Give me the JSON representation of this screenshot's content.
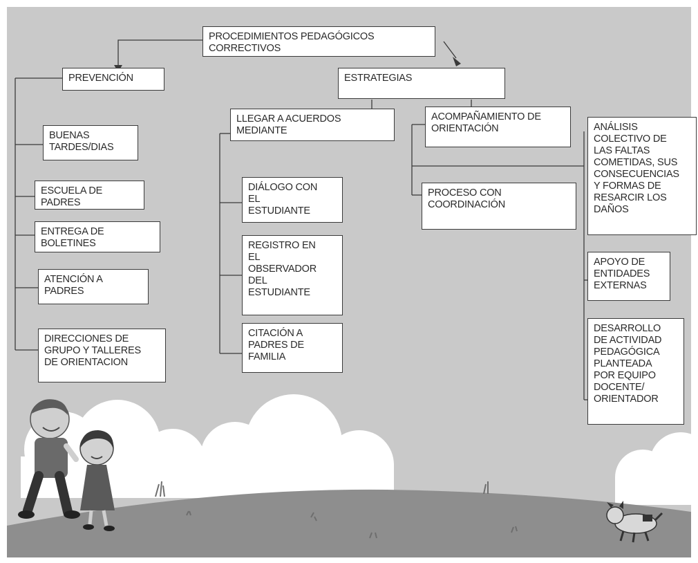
{
  "diagram": {
    "root": "PROCEDIMIENTOS PEDAGÓGICOS\nCORRECTIVOS",
    "prevencion": {
      "title": "PREVENCIÓN",
      "items": [
        "BUENAS\nTARDES/DIAS",
        "ESCUELA DE\nPADRES",
        "ENTREGA DE\nBOLETINES",
        "ATENCIÓN A\nPADRES",
        "DIRECCIONES DE\nGRUPO Y TALLERES\nDE ORIENTACION"
      ]
    },
    "estrategias": {
      "title": "ESTRATEGIAS",
      "acuerdos": {
        "title": "LLEGAR A ACUERDOS\nMEDIANTE",
        "items": [
          "DIÁLOGO CON\n EL\nESTUDIANTE",
          "REGISTRO EN\nEL\nOBSERVADOR\nDEL\nESTUDIANTE",
          "CITACIÓN A\nPADRES DE\nFAMILIA"
        ]
      },
      "acompanamiento": "ACOMPAÑAMIENTO DE\nORIENTACIÓN",
      "proceso": "PROCESO CON\nCOORDINACIÓN",
      "right_items": [
        "ANÁLISIS\nCOLECTIVO DE\nLAS FALTAS\nCOMETIDAS, SUS\nCONSECUENCIAS\nY FORMAS DE\nRESARCIR LOS\nDAÑOS",
        "APOYO DE\nENTIDADES\nEXTERNAS",
        "DESARROLLO\nDE ACTIVIDAD\nPEDAGÓGICA\nPLANTEADA\nPOR EQUIPO\nDOCENTE/\nORIENTADOR"
      ]
    }
  }
}
